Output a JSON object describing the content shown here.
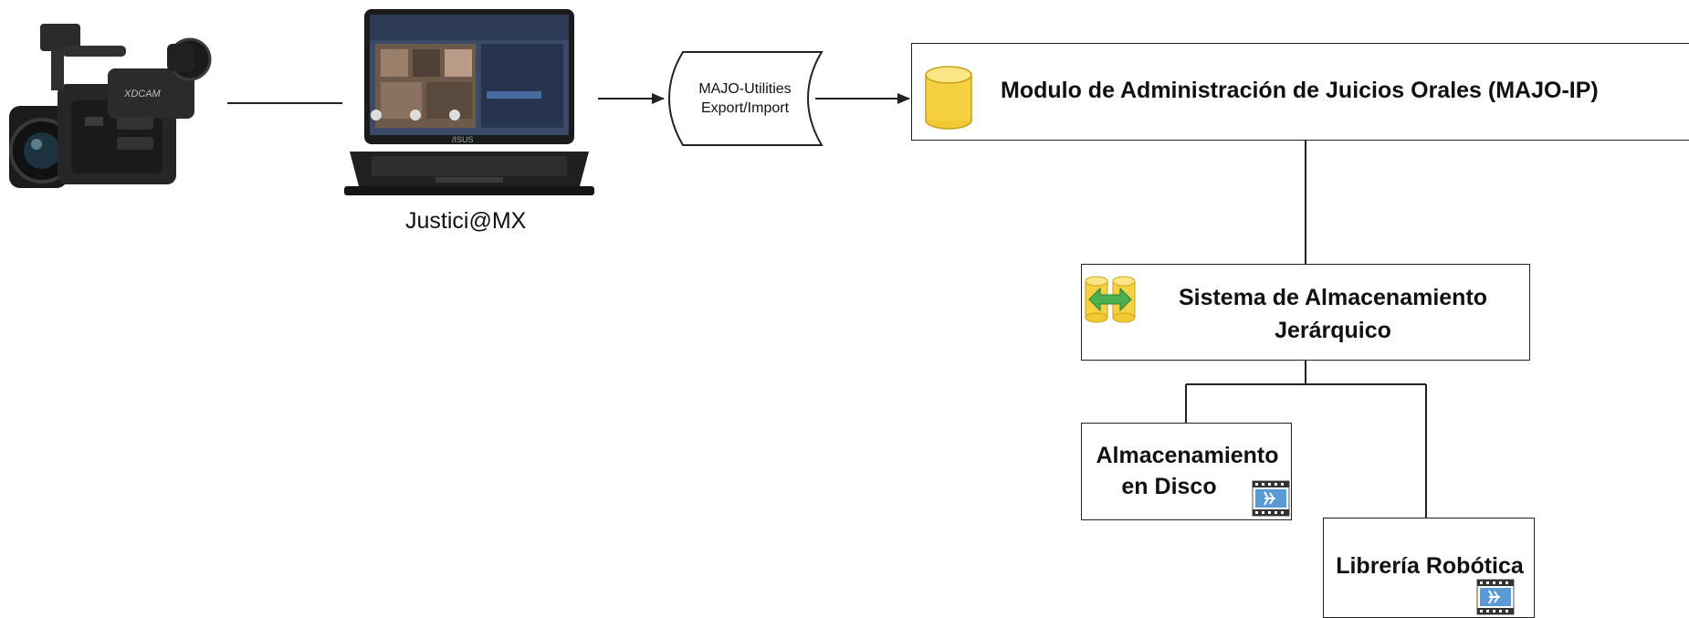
{
  "camera": {
    "icon": "video-camera-icon"
  },
  "laptop": {
    "icon": "laptop-icon",
    "caption": "Justici@MX",
    "screen_brand": "/ISUS"
  },
  "utilities": {
    "line1": "MAJO-Utilities",
    "line2": "Export/Import"
  },
  "majo": {
    "title": "Modulo de Administración de Juicios Orales (MAJO-IP)",
    "icon": "database-cylinder-icon"
  },
  "hsm": {
    "line1": "Sistema de Almacenamiento",
    "line2": "Jerárquico",
    "icon": "storage-sync-icon"
  },
  "disk": {
    "line1": "Almacenamiento",
    "line2": "en Disco",
    "icon": "film-reel-icon"
  },
  "robot": {
    "title": "Librería Robótica",
    "icon": "film-reel-icon"
  },
  "colors": {
    "cylinder": "#f5d142",
    "arrow": "#4caf50",
    "film": "#5b9bd5",
    "line": "#222222"
  }
}
